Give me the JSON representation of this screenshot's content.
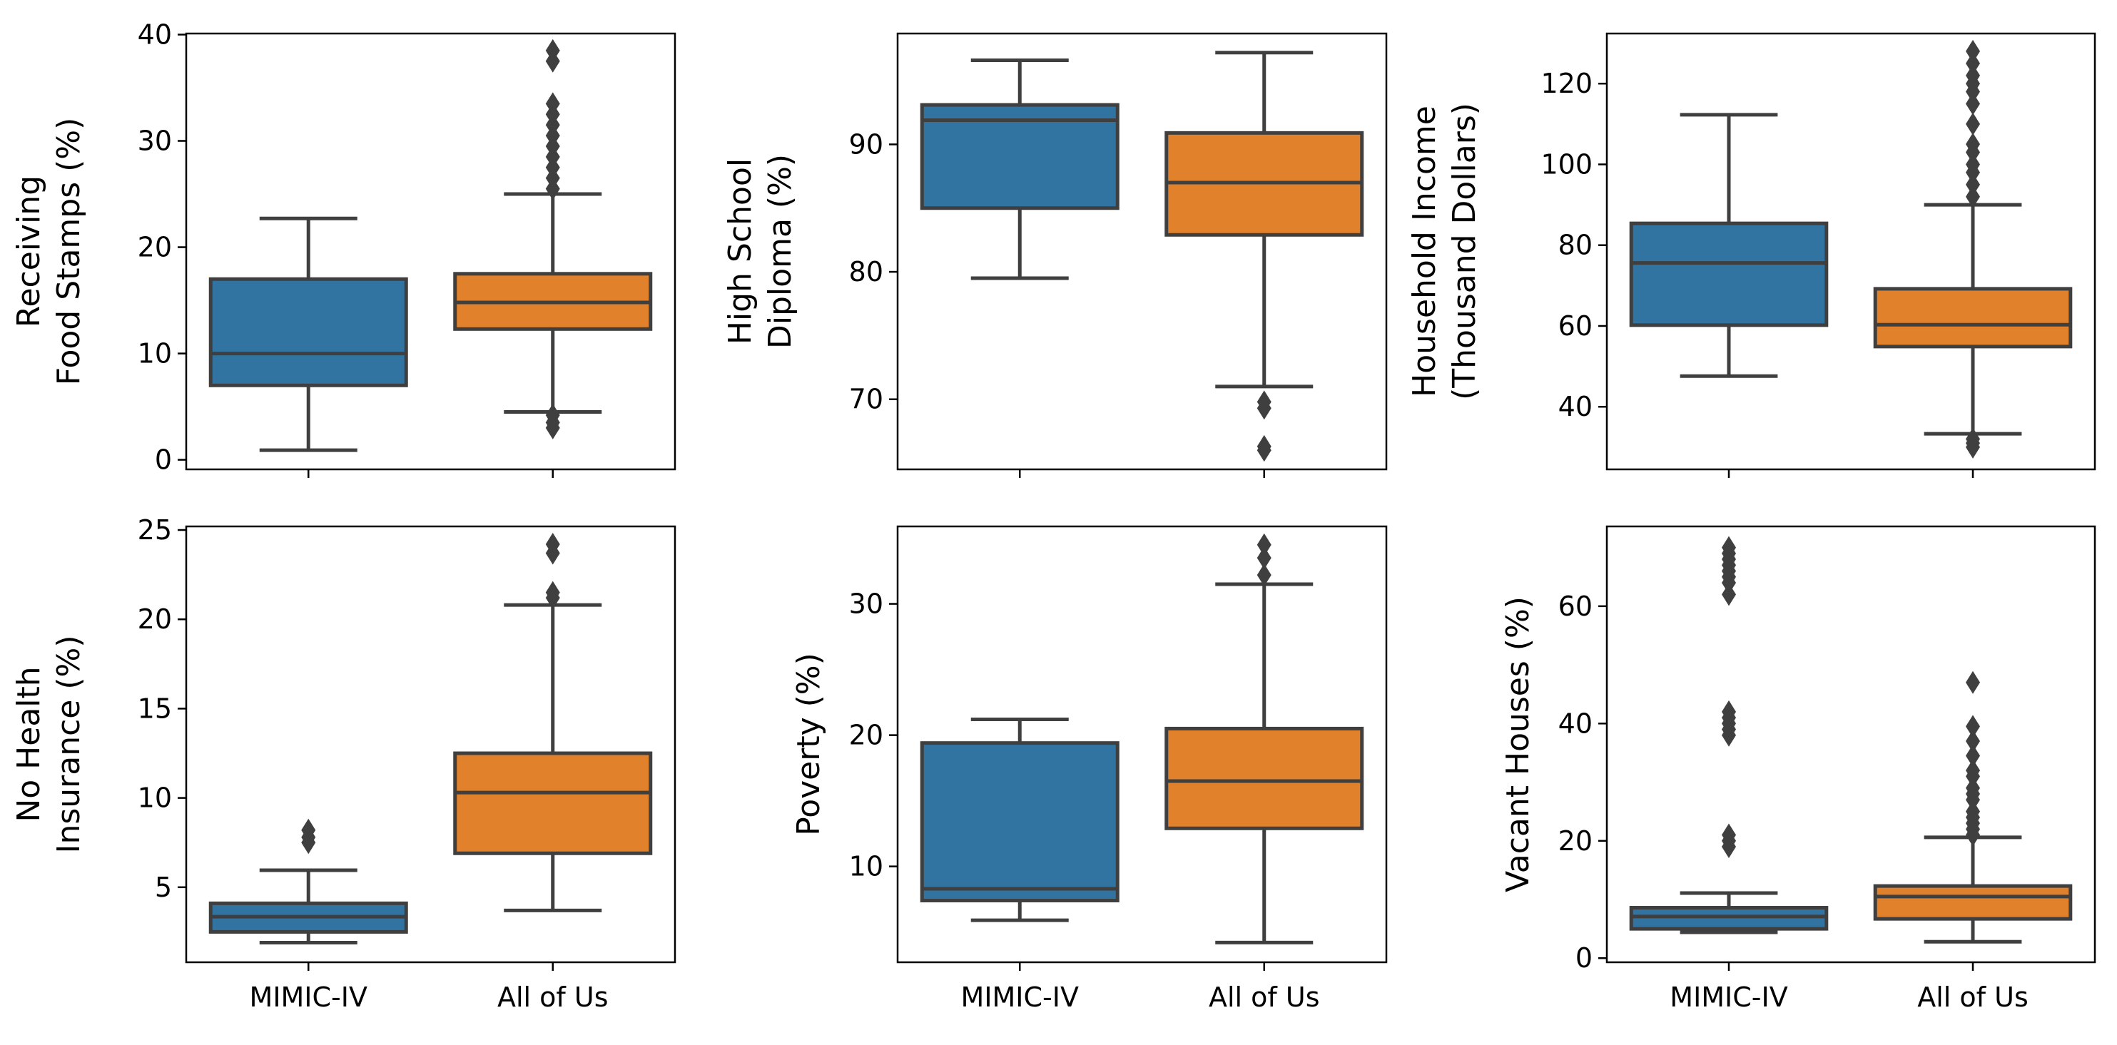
{
  "chart_data": {
    "type": "box",
    "colors": {
      "MIMIC-IV": "#3274a1",
      "All of Us": "#e1812c",
      "line": "#3f3f3f"
    },
    "categories": [
      "MIMIC-IV",
      "All of Us"
    ],
    "panels": [
      {
        "ylabel": [
          "Receiving",
          "Food Stamps (%)"
        ],
        "yticks": [
          0,
          10,
          20,
          30,
          40
        ],
        "ylim": [
          -0.9,
          40.1
        ],
        "show_xlabels": false,
        "boxes": [
          {
            "category": "MIMIC-IV",
            "whisker_low": 0.9,
            "q1": 7.0,
            "median": 10.0,
            "q3": 17.0,
            "whisker_high": 22.7,
            "outliers": []
          },
          {
            "category": "All of Us",
            "whisker_low": 4.5,
            "q1": 12.3,
            "median": 14.8,
            "q3": 17.5,
            "whisker_high": 25.0,
            "outliers": [
              4.2,
              3.5,
              3.0,
              25.5,
              26.5,
              27.5,
              28.5,
              29.5,
              30.5,
              31.5,
              32.5,
              33.5,
              37.5,
              38.5
            ]
          }
        ]
      },
      {
        "ylabel": [
          "High School",
          "Diploma (%)"
        ],
        "yticks": [
          70,
          80,
          90
        ],
        "ylim": [
          64.5,
          98.7
        ],
        "show_xlabels": false,
        "boxes": [
          {
            "category": "MIMIC-IV",
            "whisker_low": 79.5,
            "q1": 85.0,
            "median": 91.9,
            "q3": 93.1,
            "whisker_high": 96.6,
            "outliers": []
          },
          {
            "category": "All of Us",
            "whisker_low": 71.0,
            "q1": 82.9,
            "median": 87.0,
            "q3": 90.9,
            "whisker_high": 97.2,
            "outliers": [
              69.8,
              69.3,
              66.3,
              66.0
            ]
          }
        ]
      },
      {
        "ylabel": [
          "Household Income",
          "(Thousand Dollars)"
        ],
        "yticks": [
          40,
          60,
          80,
          100,
          120
        ],
        "ylim": [
          24.5,
          132.4
        ],
        "show_xlabels": false,
        "boxes": [
          {
            "category": "MIMIC-IV",
            "whisker_low": 47.6,
            "q1": 60.2,
            "median": 75.6,
            "q3": 85.4,
            "whisker_high": 112.3,
            "outliers": []
          },
          {
            "category": "All of Us",
            "whisker_low": 33.3,
            "q1": 54.9,
            "median": 60.3,
            "q3": 69.2,
            "whisker_high": 90.0,
            "outliers": [
              32,
              31,
              30,
              92,
              95,
              98,
              100,
              103,
              105,
              110,
              115,
              118,
              120,
              122,
              125,
              128
            ]
          }
        ]
      },
      {
        "ylabel": [
          "No Health",
          "Insurance (%)"
        ],
        "yticks": [
          5,
          10,
          15,
          20,
          25
        ],
        "ylim": [
          0.8,
          25.2
        ],
        "show_xlabels": true,
        "boxes": [
          {
            "category": "MIMIC-IV",
            "whisker_low": 1.9,
            "q1": 2.5,
            "median": 3.35,
            "q3": 4.1,
            "whisker_high": 5.95,
            "outliers": [
              7.5,
              7.8,
              8.2
            ]
          },
          {
            "category": "All of Us",
            "whisker_low": 3.7,
            "q1": 6.9,
            "median": 10.3,
            "q3": 12.5,
            "whisker_high": 20.8,
            "outliers": [
              21.2,
              21.5,
              23.7,
              24.2
            ]
          }
        ]
      },
      {
        "ylabel": [
          "Poverty (%)"
        ],
        "yticks": [
          10,
          20,
          30
        ],
        "ylim": [
          2.7,
          35.9
        ],
        "show_xlabels": true,
        "boxes": [
          {
            "category": "MIMIC-IV",
            "whisker_low": 5.9,
            "q1": 7.4,
            "median": 8.3,
            "q3": 19.4,
            "whisker_high": 21.2,
            "outliers": []
          },
          {
            "category": "All of Us",
            "whisker_low": 4.2,
            "q1": 12.9,
            "median": 16.5,
            "q3": 20.5,
            "whisker_high": 31.5,
            "outliers": [
              32.2,
              33.5,
              34.5
            ]
          }
        ]
      },
      {
        "ylabel": [
          "Vacant Houses (%)"
        ],
        "yticks": [
          0,
          20,
          40,
          60
        ],
        "ylim": [
          -0.7,
          73.6
        ],
        "show_xlabels": true,
        "boxes": [
          {
            "category": "MIMIC-IV",
            "whisker_low": 4.4,
            "q1": 5.0,
            "median": 7.1,
            "q3": 8.6,
            "whisker_high": 11.1,
            "outliers": [
              19,
              20,
              21,
              38,
              39,
              40,
              41,
              42,
              62,
              64,
              65,
              66,
              67,
              68,
              69,
              70
            ]
          },
          {
            "category": "All of Us",
            "whisker_low": 2.8,
            "q1": 6.7,
            "median": 10.5,
            "q3": 12.3,
            "whisker_high": 20.6,
            "outliers": [
              21,
              22,
              23,
              24,
              25,
              27,
              28,
              29,
              31,
              32,
              34.5,
              37,
              39.5,
              47
            ]
          }
        ]
      }
    ]
  }
}
